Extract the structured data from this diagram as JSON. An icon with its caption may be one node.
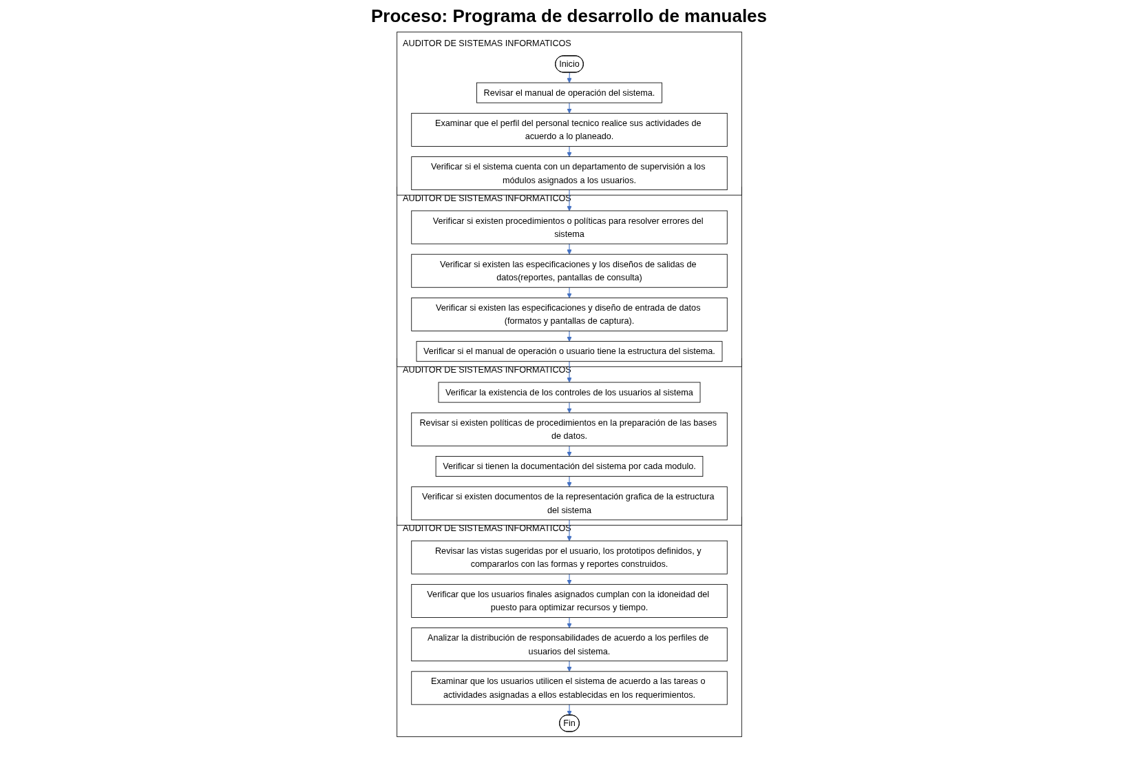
{
  "diagram": {
    "title": "Proceso: Programa de desarrollo de manuales",
    "nodes": [
      {
        "text": [
          "AUDITOR DE SISTEMAS INFORMATICOS"
        ]
      },
      {
        "text": [
          "Inicio"
        ],
        "in": 0
      },
      {
        "text": [
          "Revisar el manual de operación del sistema."
        ],
        "in": 0
      },
      {
        "text": [
          "Examinar que el perfil del personal tecnico realice sus actividades de acuerdo a lo planeado."
        ],
        "in": 0
      },
      {
        "text": [
          "Verificar si el sistema cuenta con un departamento de supervisión a los módulos asignados a los usuarios."
        ],
        "in": 0
      },
      {
        "text": [
          "AUDITOR DE SISTEMAS INFORMATICOS"
        ]
      },
      {
        "text": [
          "Verificar si el manual de operación o usuario tiene la estructura del sistema."
        ],
        "in": 5
      },
      {
        "text": [
          "Verificar si existen las especificaciones y diseño de entrada de datos (formatos y pantallas de captura)."
        ],
        "in": 5
      },
      {
        "text": [
          "Verificar si existen las especificaciones y los diseños de salidas de datos(reportes, pantallas de consulta)"
        ],
        "in": 5
      },
      {
        "text": [
          "Verificar si existen procedimientos o políticas para resolver errores del sistema"
        ],
        "in": 5
      },
      {
        "text": [
          "AUDITOR DE SISTEMAS INFORMATICOS"
        ]
      },
      {
        "text": [
          "Verificar la existencia de los controles de los usuarios al sistema"
        ],
        "in": 10
      },
      {
        "text": [
          "Revisar si existen políticas de procedimientos en la preparación de las bases de datos."
        ],
        "in": 10
      },
      {
        "text": [
          "Verificar si tienen la documentación del sistema por cada modulo."
        ],
        "in": 10
      },
      {
        "text": [
          "Verificar si existen documentos de la representación grafica de la estructura del sistema"
        ],
        "in": 10
      },
      {
        "text": [
          "AUDITOR DE SISTEMAS INFORMATICOS"
        ]
      },
      {
        "text": [
          "Revisar las vistas sugeridas por el usuario, los prototipos definidos, y compararlos con las formas y reportes construidos."
        ],
        "in": 15
      },
      {
        "text": [
          "Verificar que los usuarios finales asignados cumplan con la idoneidad del puesto para optimizar recursos y tiempo."
        ],
        "in": 15
      },
      {
        "text": [
          "Analizar la distribución de responsabilidades de acuerdo a los perfiles de usuarios del sistema."
        ],
        "in": 15
      },
      {
        "text": [
          "Examinar que los usuarios utilicen el sistema de acuerdo a las tareas o actividades asignadas a ellos establecidas en los requerimientos."
        ],
        "in": 15
      },
      {
        "text": [
          "Fin"
        ],
        "in": 15
      }
    ],
    "edges": [
      {
        "from": 1,
        "to": 2,
        "arrow": "to"
      },
      {
        "from": 2,
        "to": 3,
        "arrow": "to"
      },
      {
        "from": 3,
        "to": 4,
        "arrow": "to"
      },
      {
        "from": 4,
        "to": 9,
        "arrow": "to"
      },
      {
        "from": 9,
        "to": 8,
        "arrow": "to"
      },
      {
        "from": 8,
        "to": 7,
        "arrow": "to"
      },
      {
        "from": 7,
        "to": 6,
        "arrow": "to"
      },
      {
        "from": 6,
        "to": 11,
        "arrow": "to"
      },
      {
        "from": 11,
        "to": 12,
        "arrow": "to"
      },
      {
        "from": 12,
        "to": 13,
        "arrow": "to"
      },
      {
        "from": 13,
        "to": 14,
        "arrow": "to"
      },
      {
        "from": 14,
        "to": 16,
        "arrow": "to"
      },
      {
        "from": 16,
        "to": 17,
        "arrow": "to"
      },
      {
        "from": 17,
        "to": 18,
        "arrow": "to"
      },
      {
        "from": 18,
        "to": 19,
        "arrow": "to"
      },
      {
        "from": 19,
        "to": 20,
        "arrow": "to"
      }
    ]
  }
}
